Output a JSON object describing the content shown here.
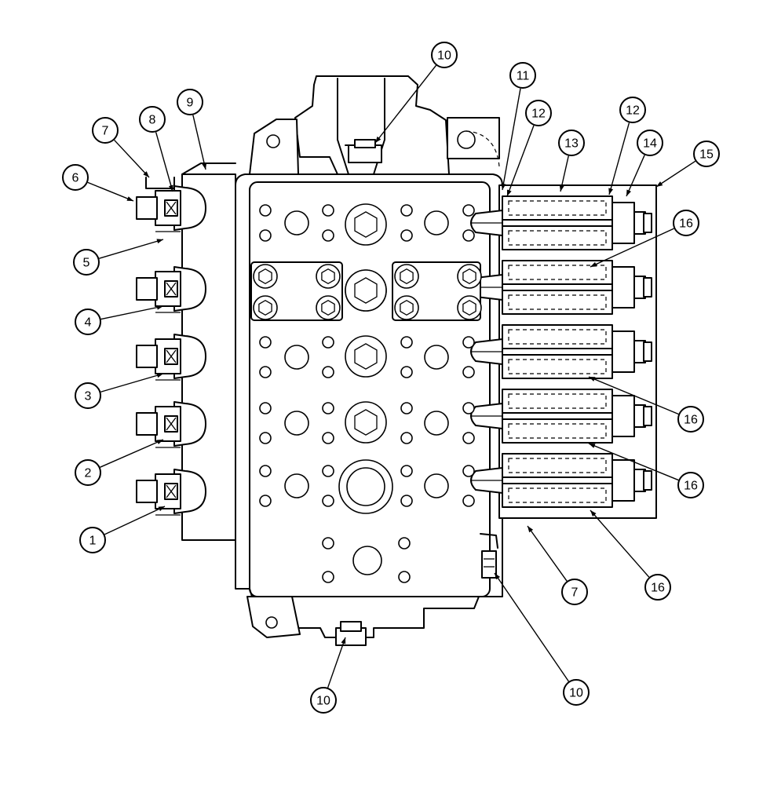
{
  "callouts": [
    {
      "label": "1"
    },
    {
      "label": "2"
    },
    {
      "label": "3"
    },
    {
      "label": "4"
    },
    {
      "label": "5"
    },
    {
      "label": "6"
    },
    {
      "label": "7"
    },
    {
      "label": "8"
    },
    {
      "label": "9"
    },
    {
      "label": "10"
    },
    {
      "label": "11"
    },
    {
      "label": "12"
    },
    {
      "label": "12"
    },
    {
      "label": "13"
    },
    {
      "label": "14"
    },
    {
      "label": "15"
    },
    {
      "label": "16"
    },
    {
      "label": "16"
    },
    {
      "label": "16"
    },
    {
      "label": "16"
    },
    {
      "label": "7"
    },
    {
      "label": "10"
    },
    {
      "label": "10"
    }
  ]
}
